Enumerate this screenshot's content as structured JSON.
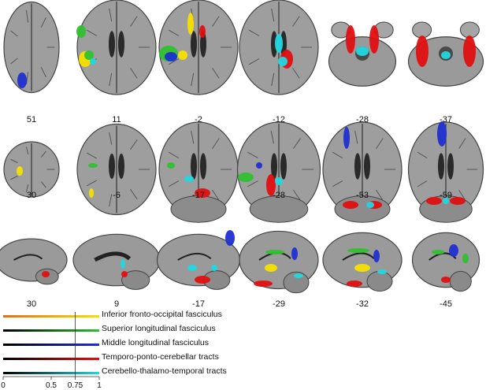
{
  "rows": [
    {
      "view": "axial",
      "slices": [
        "51",
        "11",
        "-2",
        "-12",
        "-28",
        "-37"
      ]
    },
    {
      "view": "coronal",
      "slices": [
        "30",
        "-6",
        "-17",
        "-28",
        "-53",
        "-59"
      ]
    },
    {
      "view": "sagittal",
      "slices": [
        "30",
        "9",
        "-17",
        "-29",
        "-32",
        "-45"
      ]
    }
  ],
  "legend": {
    "tracts": [
      {
        "label": "Inferior fronto-occipital fasciculus",
        "color": "#f5e000",
        "ramp_start": "#e07010"
      },
      {
        "label": "Superior longitudinal fasciculus",
        "color": "#30c030",
        "ramp_start": "#000000"
      },
      {
        "label": "Middle longitudinal fasciculus",
        "color": "#1f2fd0",
        "ramp_start": "#000000"
      },
      {
        "label": "Temporo-ponto-cerebellar tracts",
        "color": "#e01010",
        "ramp_start": "#000000"
      },
      {
        "label": "Cerebello-thalamo-temporal tracts",
        "color": "#20d8e0",
        "ramp_start": "#000000"
      }
    ],
    "scale_ticks": [
      "0",
      "0.5",
      "0.75",
      "1"
    ],
    "threshold": 0.75
  }
}
